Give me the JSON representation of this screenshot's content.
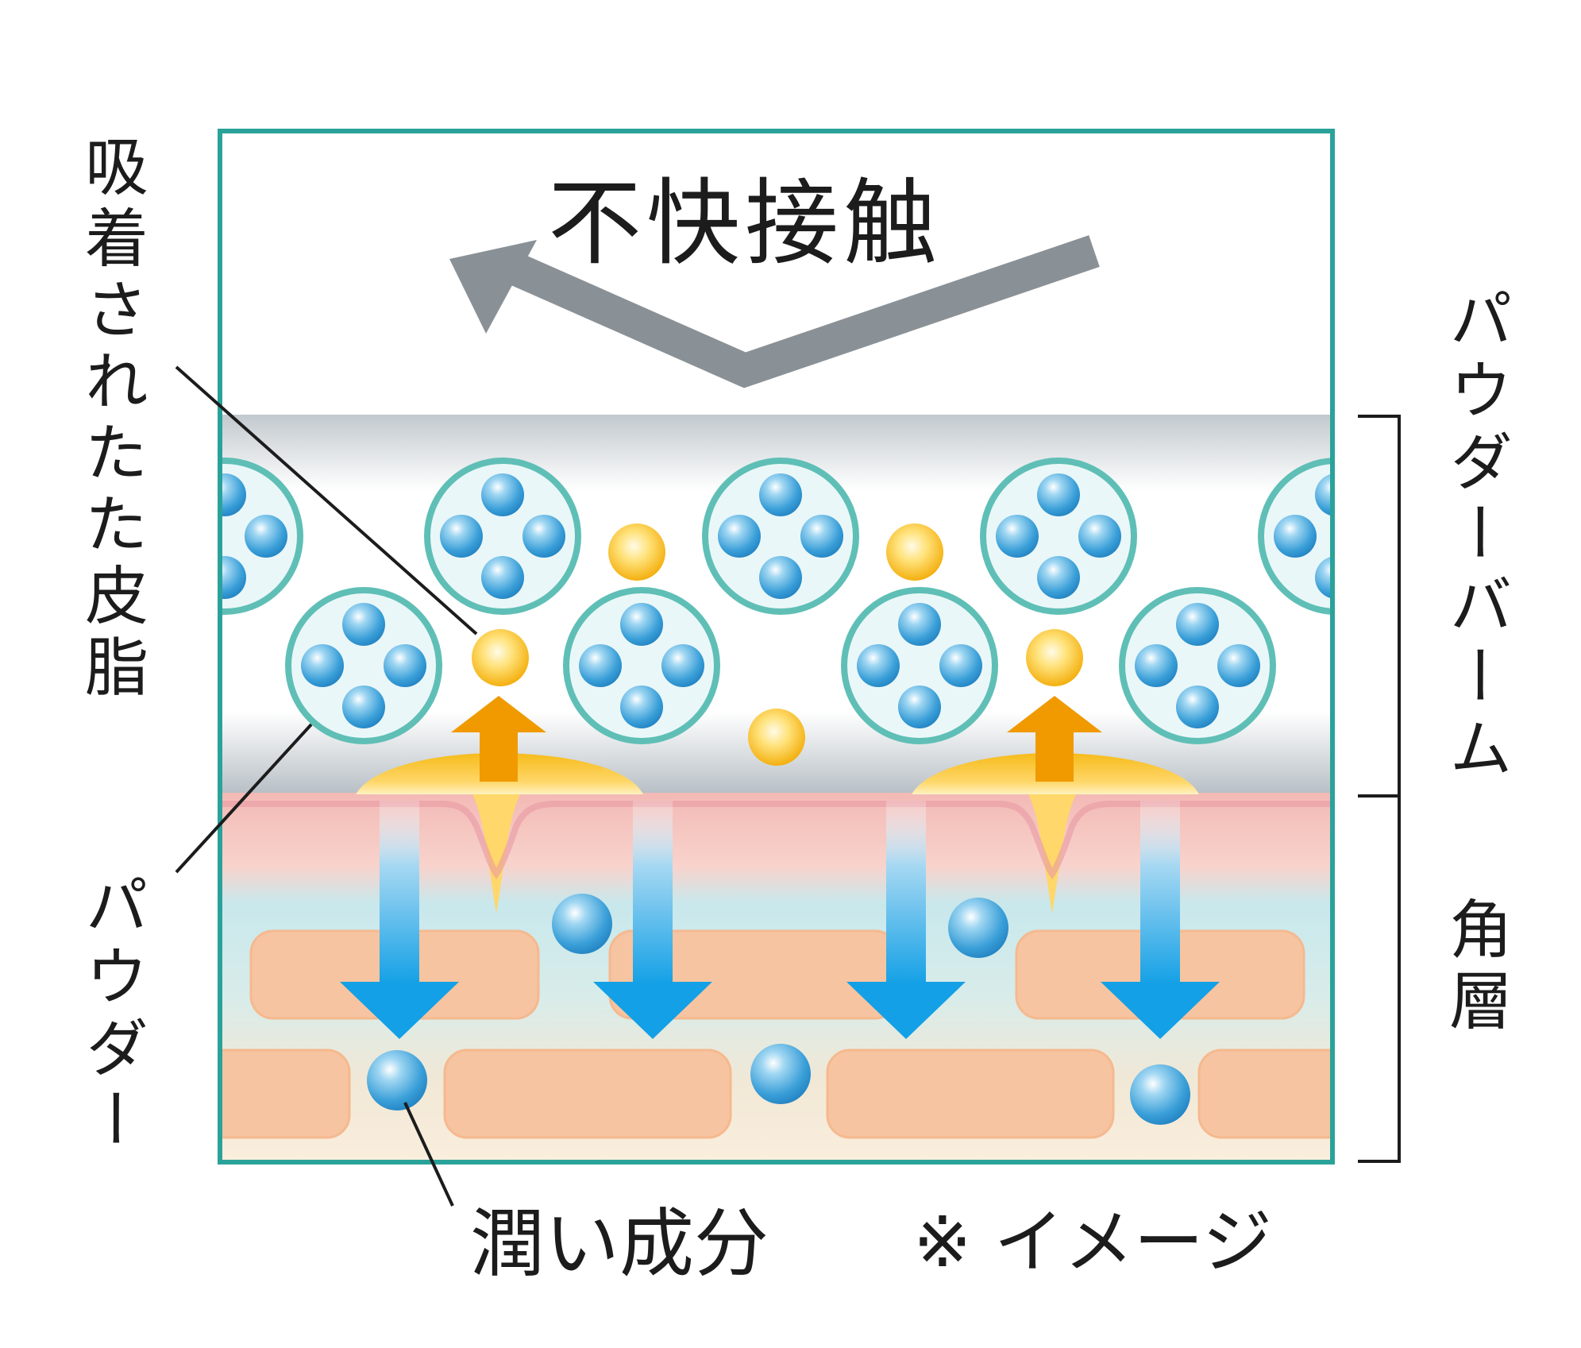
{
  "labels": {
    "title": "不快接触",
    "adsorbed_sebum": "吸着されたた皮脂",
    "powder": "パウダー",
    "powder_balm": "パウダーバーム",
    "stratum_corneum": "角層",
    "moisturizing": "潤い成分",
    "image_note": "※ イメージ"
  },
  "colors": {
    "frame": "#2aa29a",
    "arrow_gray": "#8a9196",
    "sebum_gold": "#f2b200",
    "orange_arrow": "#f09a00",
    "blue_arrow": "#1aa0e0",
    "cell_peach": "#f6c4a0",
    "skin_pink": "#f5c6c0",
    "skin_aqua": "#bfe3e8"
  }
}
